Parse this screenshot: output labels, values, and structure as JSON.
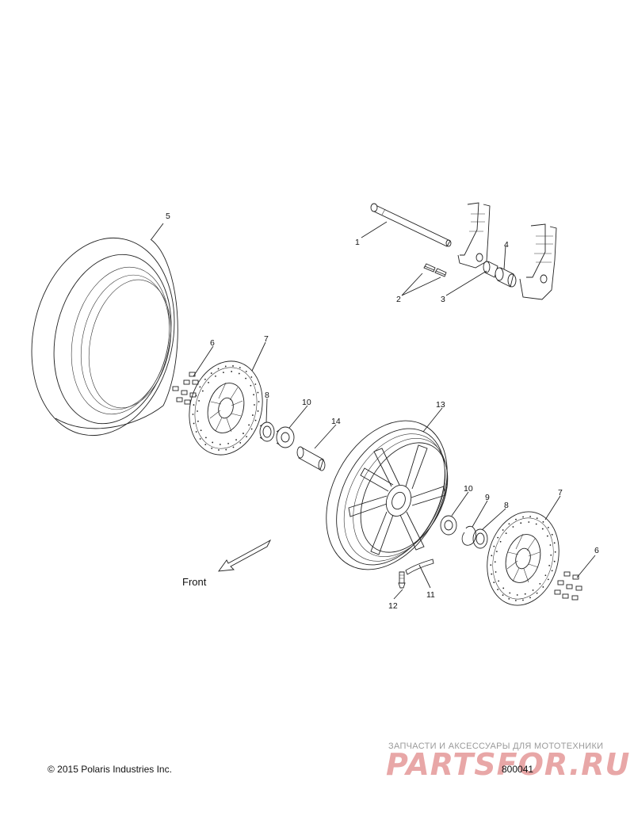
{
  "callouts": {
    "c1": "1",
    "c2": "2",
    "c3": "3",
    "c4": "4",
    "c5": "5",
    "c6a": "6",
    "c6b": "6",
    "c7a": "7",
    "c7b": "7",
    "c8a": "8",
    "c8b": "8",
    "c9": "9",
    "c10a": "10",
    "c10b": "10",
    "c11": "11",
    "c12": "12",
    "c13": "13",
    "c14": "14"
  },
  "direction_label": "Front",
  "copyright": "© 2015 Polaris Industries Inc.",
  "drawing_number": "800041",
  "watermark": {
    "tagline": "ЗАПЧАСТИ И АКСЕССУАРЫ ДЛЯ МОТОТЕХНИКИ",
    "brand": "PARTSFOR.RU"
  },
  "colors": {
    "line": "#222222",
    "watermark_red": "#e8a7a7",
    "watermark_gray": "#9a9a9a"
  }
}
